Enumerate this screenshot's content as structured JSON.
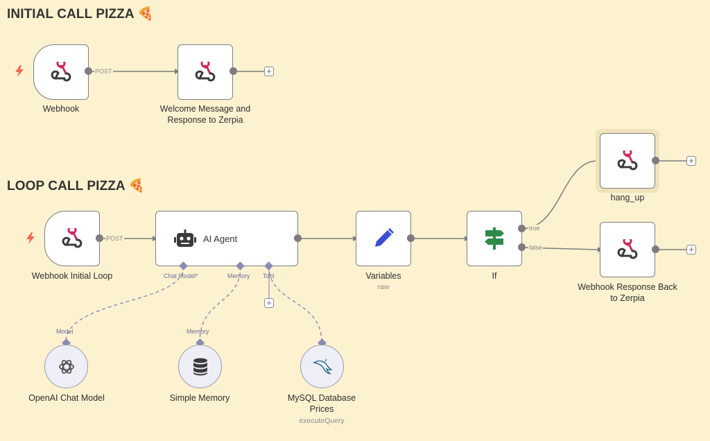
{
  "sections": {
    "initial": "INITIAL CALL PIZZA 🍕",
    "loop": "LOOP CALL PIZZA 🍕"
  },
  "nodes": {
    "webhook": {
      "label": "Webhook"
    },
    "welcome": {
      "label_line1": "Welcome Message and",
      "label_line2": "Response to Zerpia"
    },
    "webhook_loop": {
      "label": "Webhook Initial Loop"
    },
    "ai_agent": {
      "title": "AI Agent"
    },
    "variables": {
      "label": "Variables",
      "sub": "raw"
    },
    "if": {
      "label": "If"
    },
    "hang_up": {
      "label": "hang_up"
    },
    "response_back": {
      "label_line1": "Webhook Response Back",
      "label_line2": "to Zerpia"
    },
    "openai": {
      "label": "OpenAI Chat Model"
    },
    "memory": {
      "label": "Simple Memory"
    },
    "mysql": {
      "label_line1": "MySQL Database",
      "label_line2": "Prices",
      "sub": "executeQuery"
    }
  },
  "connections": {
    "post_1": "POST",
    "post_2": "POST",
    "true_label": "true",
    "false_label": "false",
    "chat_model": "Chat Model*",
    "memory": "Memory",
    "tool": "Tool",
    "model_in": "Model",
    "memory_in": "Memory"
  },
  "colors": {
    "canvas": "#fdf2d0",
    "webhook_accent": "#c9295f",
    "variables_accent": "#3b4fd6",
    "if_accent": "#2f8a4a",
    "trigger_bolt": "#ef6a4e"
  }
}
